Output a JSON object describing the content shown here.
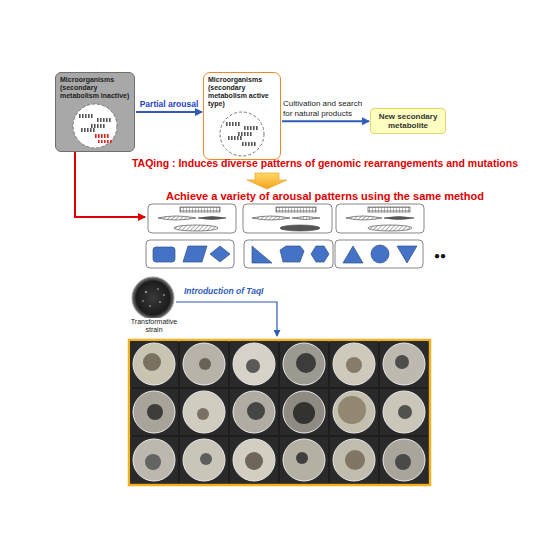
{
  "diagram": {
    "nodes": [
      {
        "text": [
          "Microorganisms (secondary metabolism inactive)"
        ]
      },
      {
        "text": [
          "Microorganisms (secondary metabolism active type)"
        ]
      },
      {
        "text": [
          "New secondary metabolite"
        ]
      }
    ],
    "edges": [
      {
        "from": 0,
        "to": 1,
        "arrow": "to",
        "label": "Partial arousal"
      },
      {
        "from": 1,
        "to": 2,
        "arrow": "to",
        "label": "Cultivation and search for natural products"
      }
    ],
    "labels": [
      "TAQing : Induces diverse patterns of genomic rearrangements and mutations",
      "Achieve a variety of arousal patterns using the same method",
      "●●",
      "Introduction of TaqI",
      "Transformative strain"
    ]
  }
}
